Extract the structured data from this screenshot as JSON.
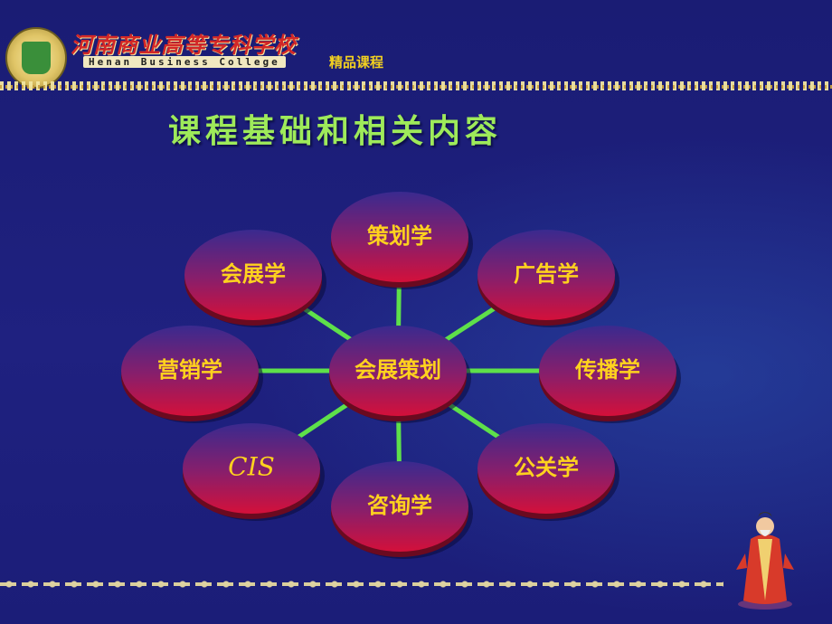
{
  "header": {
    "school_name_cn": "河南商业高等专科学校",
    "school_name_en": "Henan Business College",
    "badge": "精品课程"
  },
  "title": "课程基础和相关内容",
  "diagram": {
    "center": "会展策划",
    "nodes": [
      "策划学",
      "广告学",
      "传播学",
      "公关学",
      "咨询学",
      "CIS",
      "营销学",
      "会展学"
    ]
  },
  "colors": {
    "background": "#1d1f7a",
    "title": "#9eea5a",
    "connector": "#5ee04a",
    "node_top": "#3a2a8f",
    "node_bottom": "#d4103a",
    "node_text": "#ffd21e",
    "badge": "#f2d020"
  },
  "icons": {
    "logo": "school-seal-icon",
    "decoration": "confucius-figure-icon"
  }
}
